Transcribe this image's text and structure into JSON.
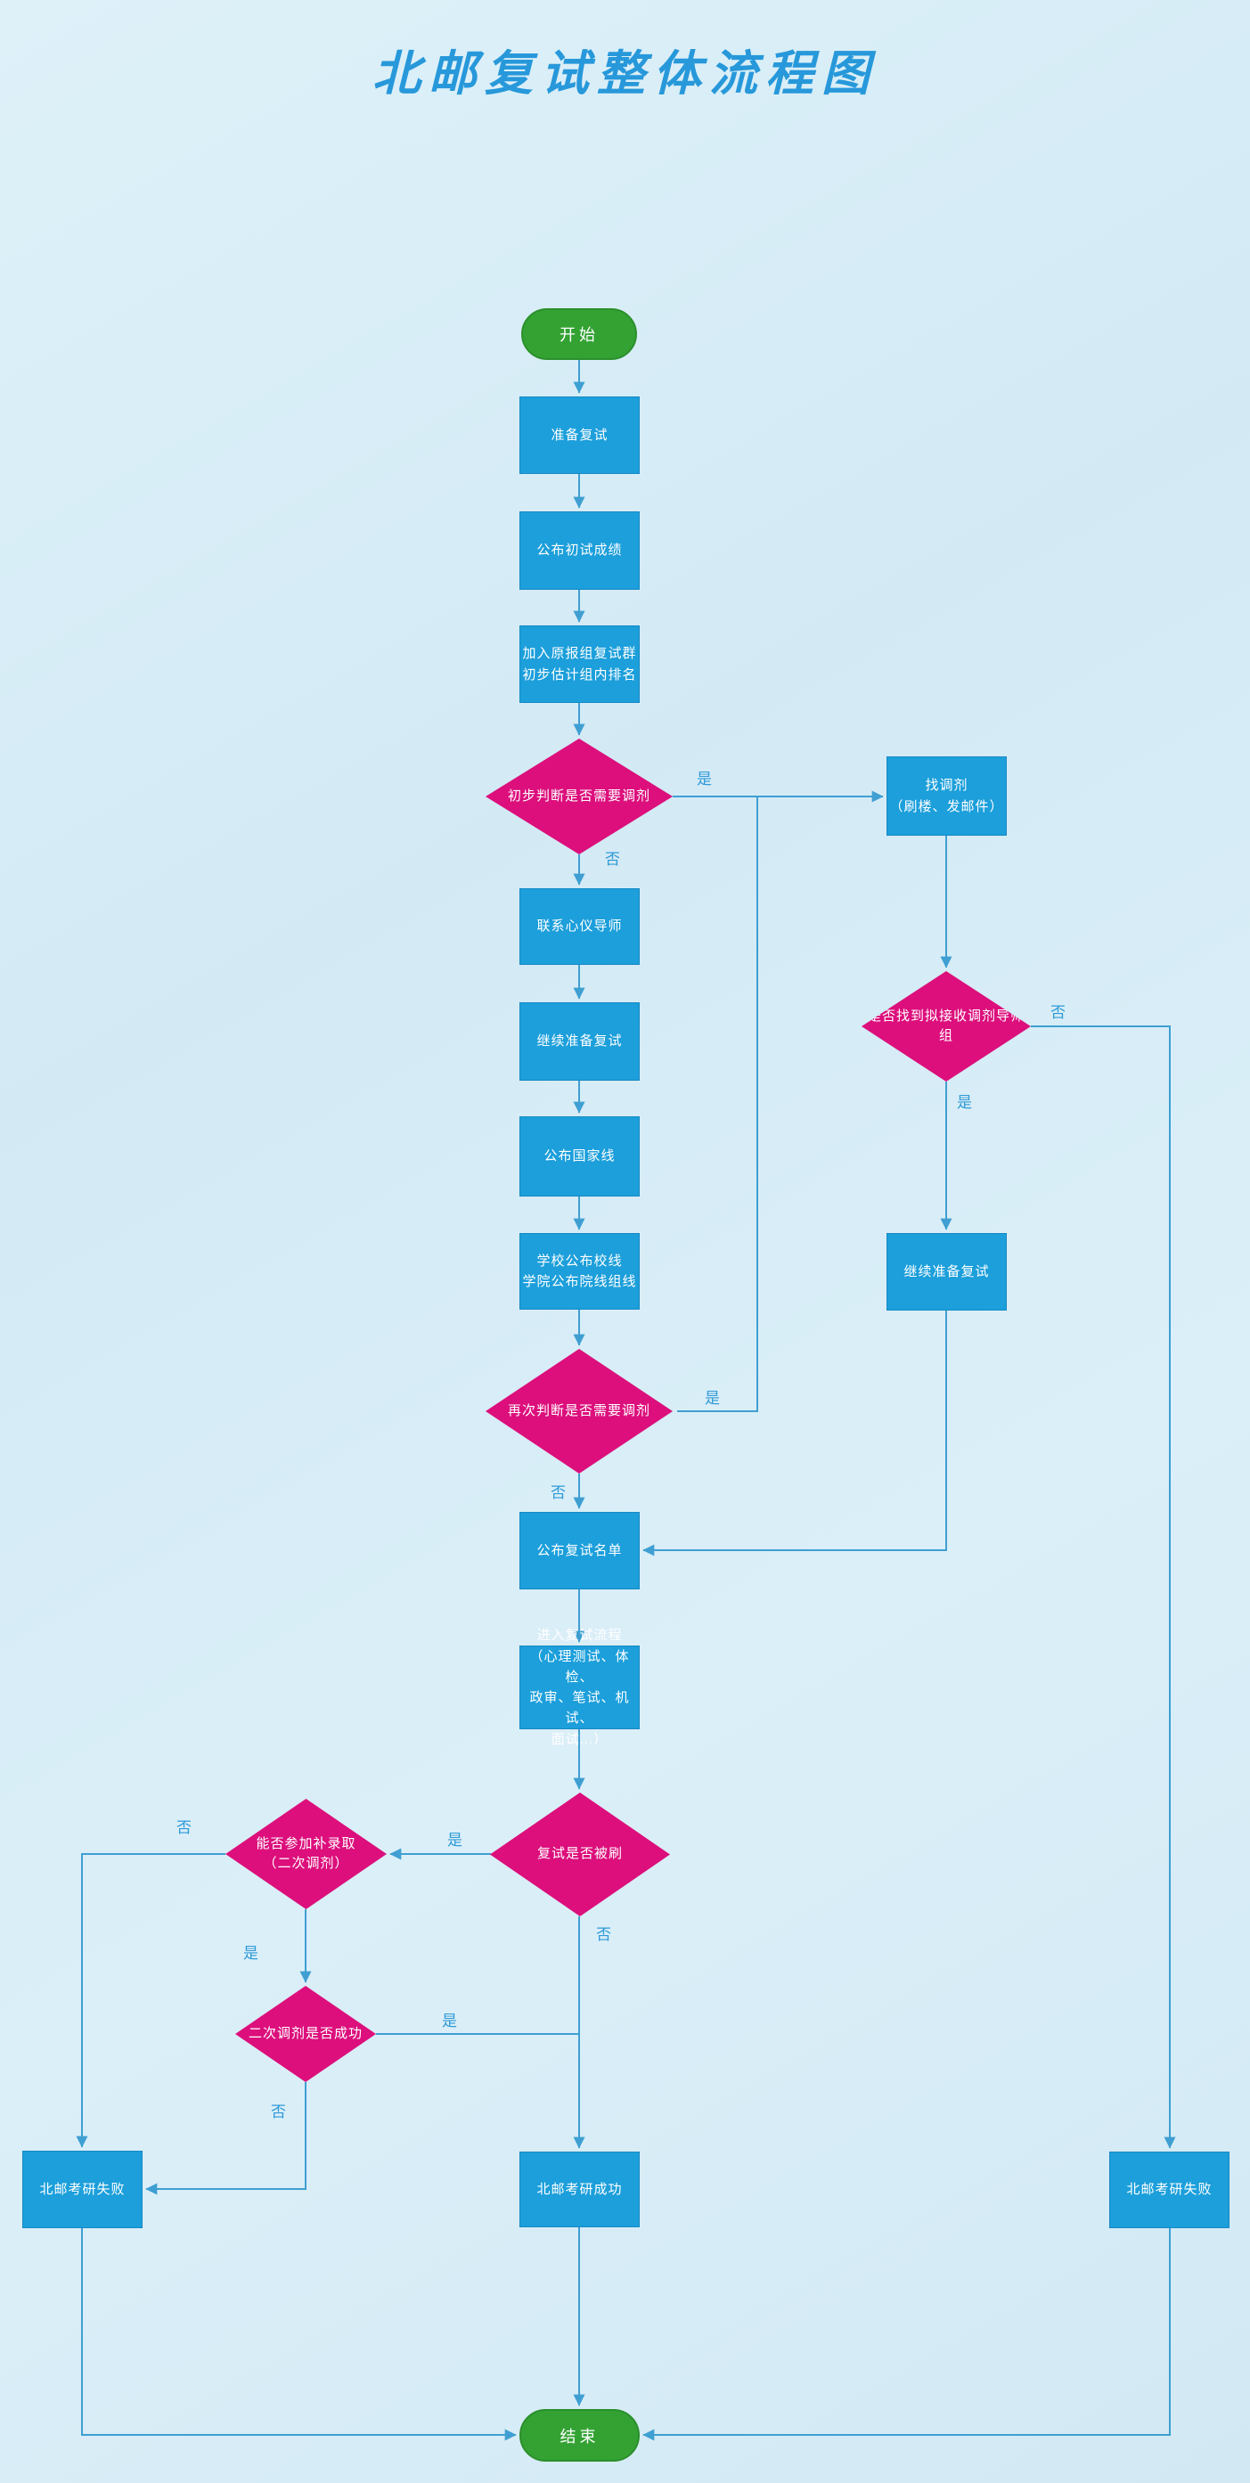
{
  "title": "北邮复试整体流程图",
  "colors": {
    "background": "#d8edf7",
    "process_fill": "#1c9fdb",
    "process_border": "#1789c4",
    "decision_fill": "#dc0f7c",
    "terminal_fill": "#33a233",
    "terminal_border": "#2b8f2b",
    "connector": "#3f9fd2",
    "edge_label": "#2f9ad7",
    "title": "#2798da"
  },
  "nodes": {
    "start": {
      "label": "开始",
      "type": "terminal"
    },
    "prepare": {
      "label": "准备复试",
      "type": "process"
    },
    "announce_score": {
      "label": "公布初试成绩",
      "type": "process"
    },
    "join_group": {
      "label": "加入原报组复试群\n初步估计组内排名",
      "type": "process"
    },
    "d_initial": {
      "label": "初步判断是否需要调剂",
      "type": "decision"
    },
    "find_tiaoji": {
      "label": "找调剂\n（刷楼、发邮件）",
      "type": "process"
    },
    "d_found": {
      "label": "是否找到拟接收调剂导师\n组",
      "type": "decision"
    },
    "continue_prep_right": {
      "label": "继续准备复试",
      "type": "process"
    },
    "contact_advisor": {
      "label": "联系心仪导师",
      "type": "process"
    },
    "continue_prep": {
      "label": "继续准备复试",
      "type": "process"
    },
    "national_line": {
      "label": "公布国家线",
      "type": "process"
    },
    "school_line": {
      "label": "学校公布校线\n学院公布院线组线",
      "type": "process"
    },
    "d_again": {
      "label": "再次判断是否需要调剂",
      "type": "decision"
    },
    "announce_list": {
      "label": "公布复试名单",
      "type": "process"
    },
    "retest_process": {
      "label": "进入复试流程\n（心理测试、体检、\n政审、笔试、机试、\n面试...）",
      "type": "process"
    },
    "d_cut": {
      "label": "复试是否被刷",
      "type": "decision"
    },
    "d_makeup": {
      "label": "能否参加补录取\n（二次调剂）",
      "type": "decision"
    },
    "d_second": {
      "label": "二次调剂是否成功",
      "type": "decision"
    },
    "fail_left": {
      "label": "北邮考研失败",
      "type": "process"
    },
    "success": {
      "label": "北邮考研成功",
      "type": "process"
    },
    "fail_right": {
      "label": "北邮考研失败",
      "type": "process"
    },
    "end": {
      "label": "结束",
      "type": "terminal"
    }
  },
  "edge_labels": [
    {
      "id": "initial-yes",
      "text": "是"
    },
    {
      "id": "initial-no",
      "text": "否"
    },
    {
      "id": "found-no",
      "text": "否"
    },
    {
      "id": "found-yes",
      "text": "是"
    },
    {
      "id": "again-yes",
      "text": "是"
    },
    {
      "id": "again-no",
      "text": "否"
    },
    {
      "id": "cut-yes",
      "text": "是"
    },
    {
      "id": "cut-no",
      "text": "否"
    },
    {
      "id": "makeup-no",
      "text": "否"
    },
    {
      "id": "makeup-yes",
      "text": "是"
    },
    {
      "id": "second-yes",
      "text": "是"
    },
    {
      "id": "second-no",
      "text": "否"
    }
  ]
}
